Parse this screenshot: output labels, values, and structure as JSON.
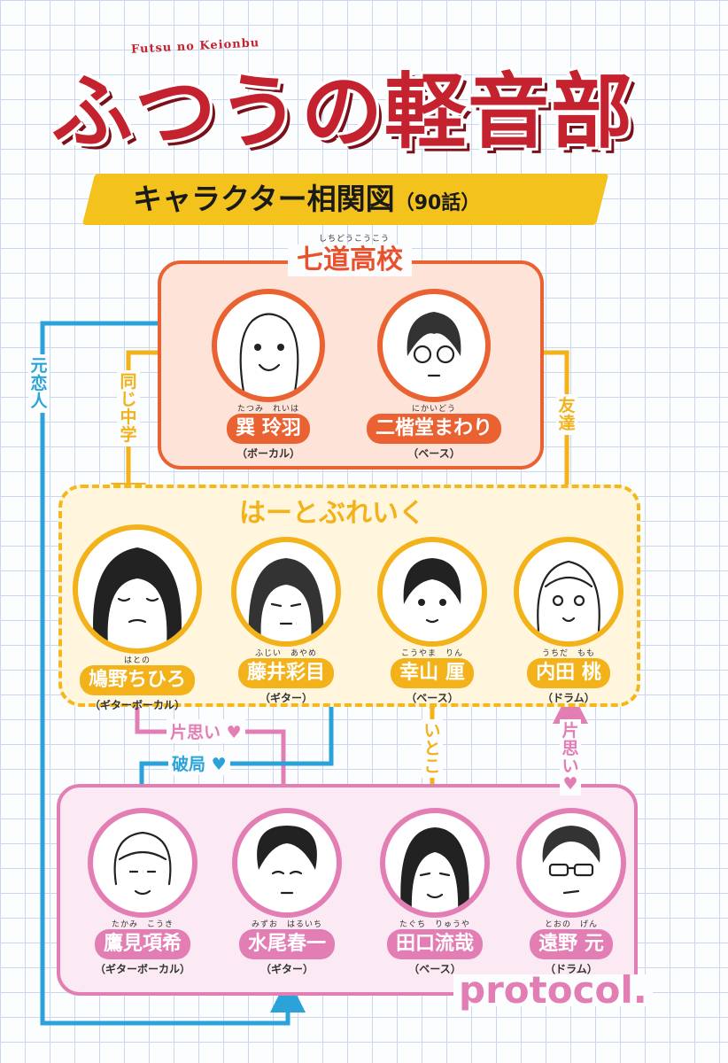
{
  "header": {
    "subtitle_en": "Futsu no Keionbu",
    "title": "ふつうの軽音部",
    "banner": "キャラクター相関図",
    "banner_episode": "（90話）"
  },
  "colors": {
    "school": "#ea6232",
    "heartbreak": "#f3b11a",
    "protocol": "#e27eb4",
    "blue_link": "#2ba3d8",
    "title_red": "#c4222e"
  },
  "groups": {
    "school": {
      "label": "七道高校",
      "ruby": "しちどうこうこう"
    },
    "heartbreak": {
      "label": "はーとぶれいく"
    },
    "protocol": {
      "label": "protocol."
    }
  },
  "characters": {
    "tatsumi": {
      "ruby": "たつみ　れいは",
      "name": "巽 玲羽",
      "role": "（ボーカル）"
    },
    "nikaido": {
      "ruby": "にかいどう",
      "name": "二楷堂まわり",
      "role": "（ベース）"
    },
    "hatono": {
      "ruby": "はとの",
      "name": "鳩野ちひろ",
      "role": "（ギターボーカル）"
    },
    "fujii": {
      "ruby": "ふじい　あやめ",
      "name": "藤井彩目",
      "role": "（ギター）"
    },
    "kouyama": {
      "ruby": "こうやま　りん",
      "name": "幸山 厘",
      "role": "（ベース）"
    },
    "uchida": {
      "ruby": "うちだ　もも",
      "name": "内田 桃",
      "role": "（ドラム）"
    },
    "takami": {
      "ruby": "たかみ　こうき",
      "name": "鷹見項希",
      "role": "（ギターボーカル）"
    },
    "mizuo": {
      "ruby": "みずお　はるいち",
      "name": "水尾春一",
      "role": "（ギター）"
    },
    "taguchi": {
      "ruby": "たぐち　りゅうや",
      "name": "田口流哉",
      "role": "（ベース）"
    },
    "tono": {
      "ruby": "とおの　げん",
      "name": "遠野 元",
      "role": "（ドラム）"
    }
  },
  "relations": {
    "ex_lovers": "元恋人",
    "same_middle_school": "同じ中学",
    "friends": "友達",
    "unrequited_1": "片思い",
    "breakup": "破局",
    "cousins": "いとこ",
    "unrequited_2": "片思い"
  }
}
